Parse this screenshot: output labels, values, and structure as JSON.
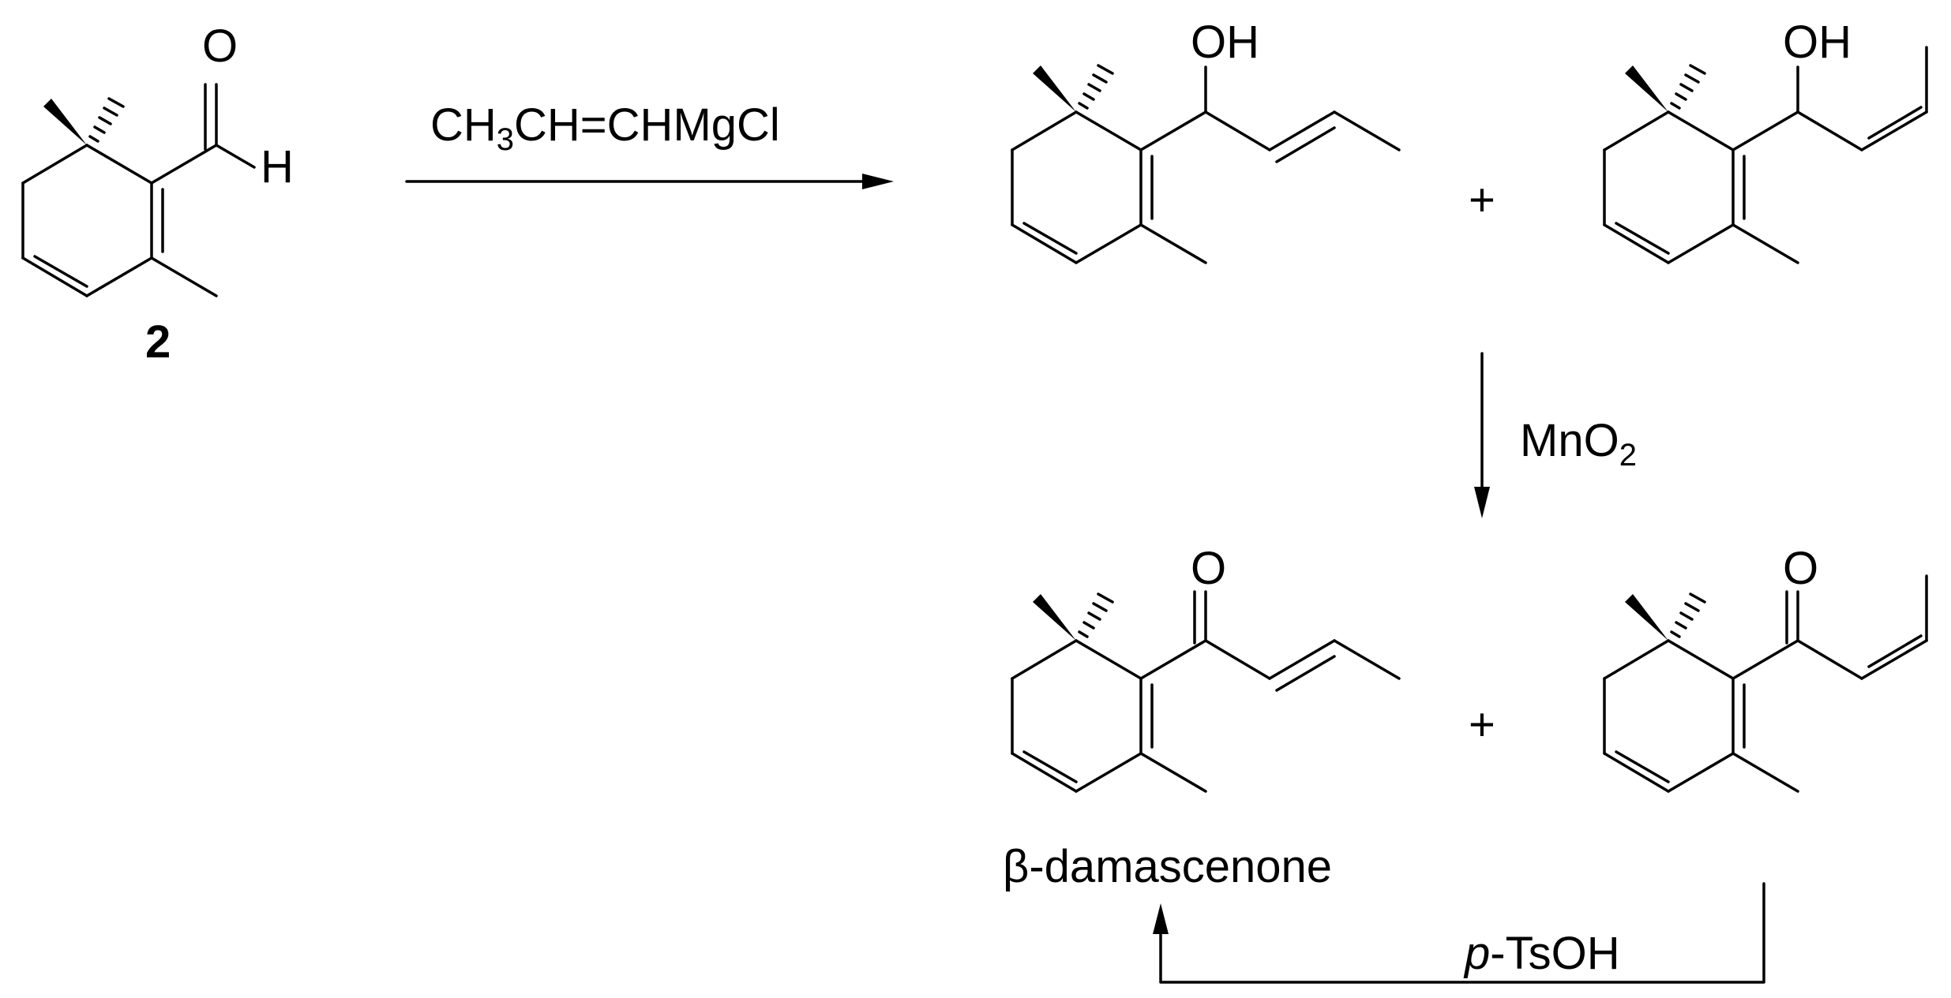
{
  "compound_label": "2",
  "reagent_grignard": {
    "pre": "CH",
    "sub1": "3",
    "post": "CH=CHMgCl"
  },
  "reagent_oxidant": {
    "pre": "MnO",
    "sub": "2"
  },
  "reagent_acid": {
    "italic": "p",
    "rest": "-TsOH"
  },
  "plus": "+",
  "atoms": {
    "oxygen": "O",
    "hydrogen": "H",
    "hydroxyl": "OH"
  },
  "product_name": "β-damascenone"
}
